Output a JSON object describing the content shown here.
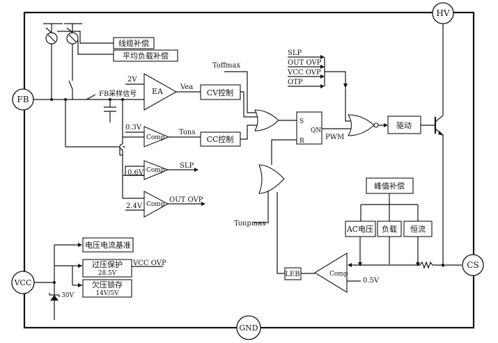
{
  "pins": {
    "hv": "HV",
    "fb": "FB",
    "vcc": "VCC",
    "cs": "CS",
    "gnd": "GND"
  },
  "blocks": {
    "cable_comp": "线缆补偿",
    "avg_load_comp": "平均负载补偿",
    "fb_sample": "FB采样信号",
    "ea": "EA",
    "cv_ctrl": "CV控制",
    "cc_ctrl": "CC控制",
    "driver": "驱动",
    "peak_comp": "峰值补偿",
    "ac_voltage": "AC电压",
    "load": "负载",
    "const_current": "恒流",
    "leb": "LEB",
    "ref": "电压电流基准",
    "ovp_box": "过压保护",
    "ovp_value": "28.5V",
    "uvlo_box": "欠压锁存",
    "uvlo_value": "14V/5V"
  },
  "comparators": {
    "comp": "Comp"
  },
  "signals": {
    "v2": "2V",
    "vea": "Vea",
    "v03": "0.3V",
    "tons": "Tons",
    "v06": "0.6V",
    "slp": "SLP",
    "v24": "2.4V",
    "out_ovp": "OUT OVP",
    "toffmax": "Toffmax",
    "tonpmax": "Tonpmax",
    "s": "S",
    "r": "R",
    "qn": "QN",
    "pwm": "PWM",
    "slp_in": "SLP",
    "out_ovp_in": "OUT OVP",
    "vcc_ovp_in": "VCC OVP",
    "otp_in": "OTP",
    "vcc_ovp_out": "VCC OVP",
    "v05": "0.5V",
    "v30": "30V"
  }
}
